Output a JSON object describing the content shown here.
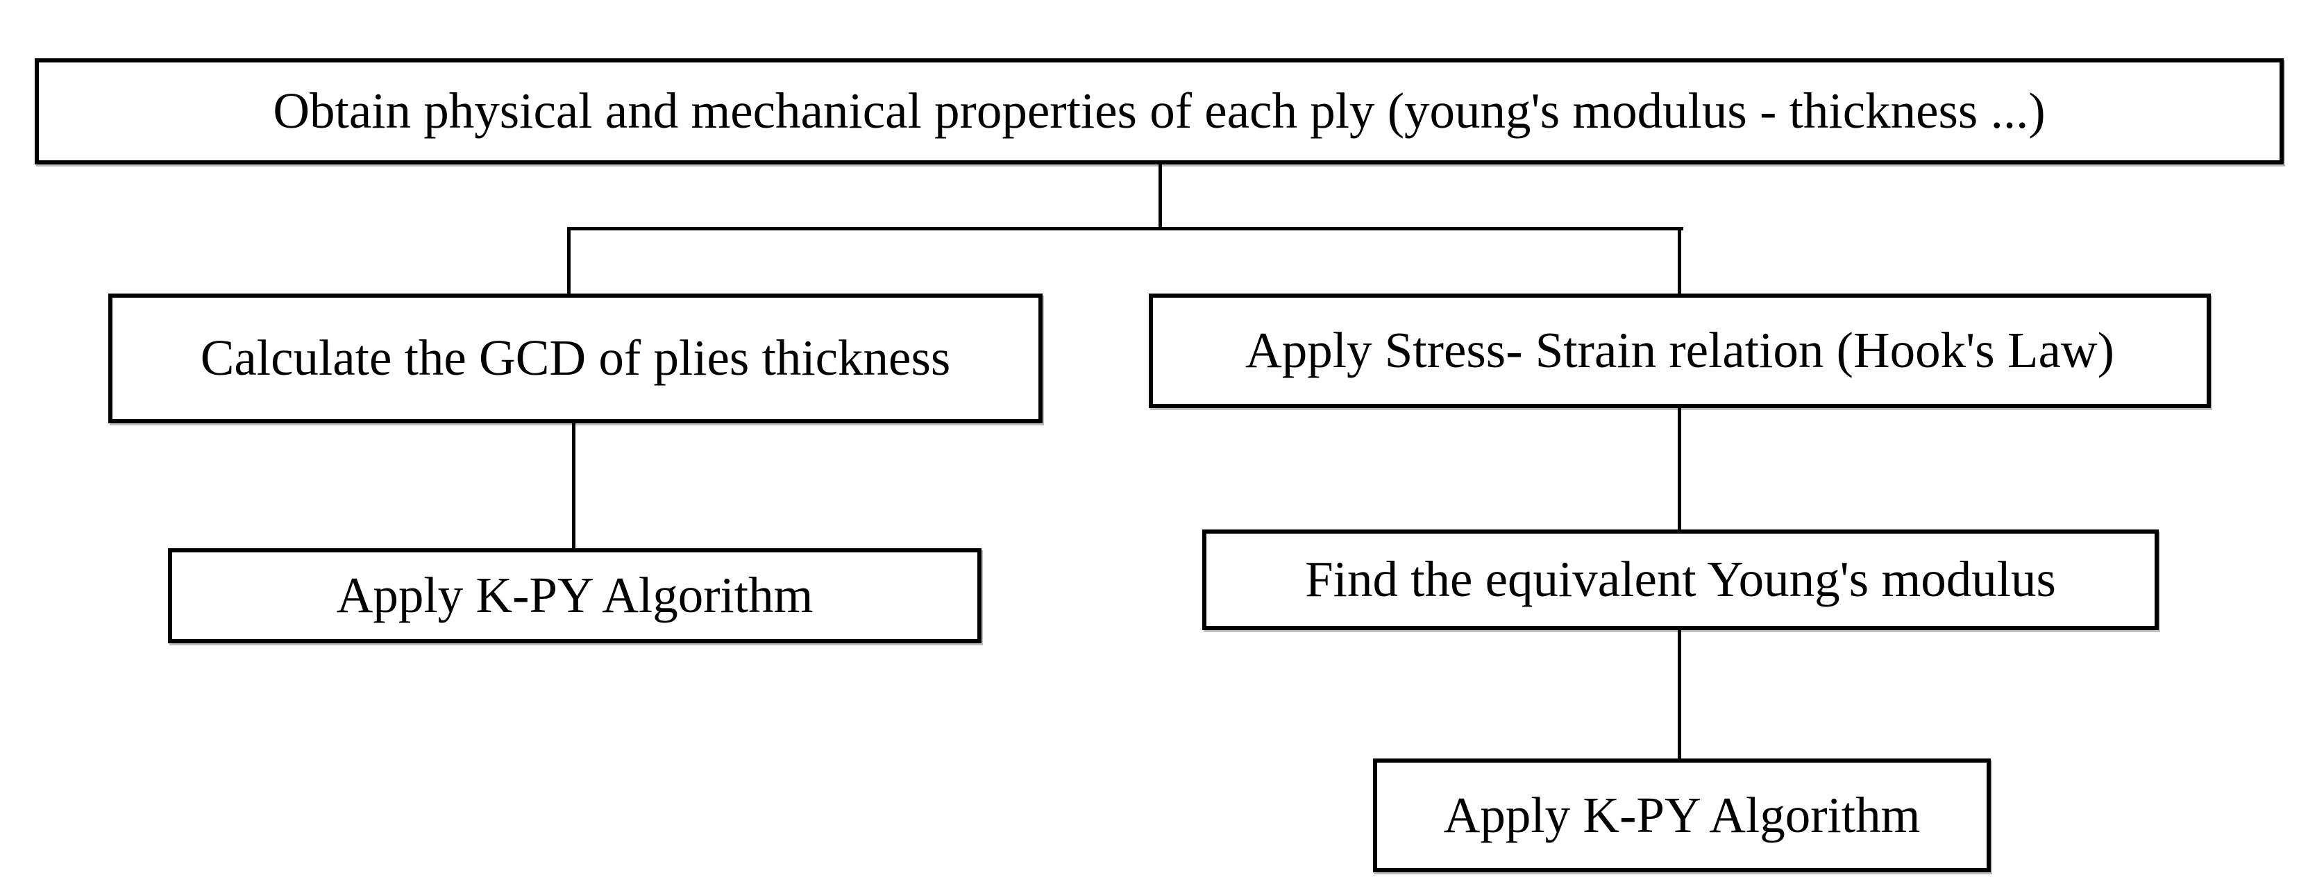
{
  "nodes": {
    "root": {
      "label": "Obtain physical and mechanical properties of each ply (young's modulus - thickness ...)"
    },
    "gcd": {
      "label": "Calculate the GCD of plies thickness"
    },
    "stress_strain": {
      "label": "Apply Stress- Strain relation (Hook's Law)"
    },
    "kpy_left": {
      "label": "Apply K-PY Algorithm"
    },
    "young_modulus": {
      "label": "Find the equivalent Young's modulus"
    },
    "kpy_right": {
      "label": "Apply K-PY Algorithm"
    }
  },
  "edges": [
    {
      "from": "root",
      "to": "gcd"
    },
    {
      "from": "root",
      "to": "stress_strain"
    },
    {
      "from": "gcd",
      "to": "kpy_left"
    },
    {
      "from": "stress_strain",
      "to": "young_modulus"
    },
    {
      "from": "young_modulus",
      "to": "kpy_right"
    }
  ],
  "colors": {
    "background": "#ffffff",
    "node_fill": "#ffffff",
    "node_border": "#000000",
    "text": "#000000",
    "connector": "#000000"
  }
}
